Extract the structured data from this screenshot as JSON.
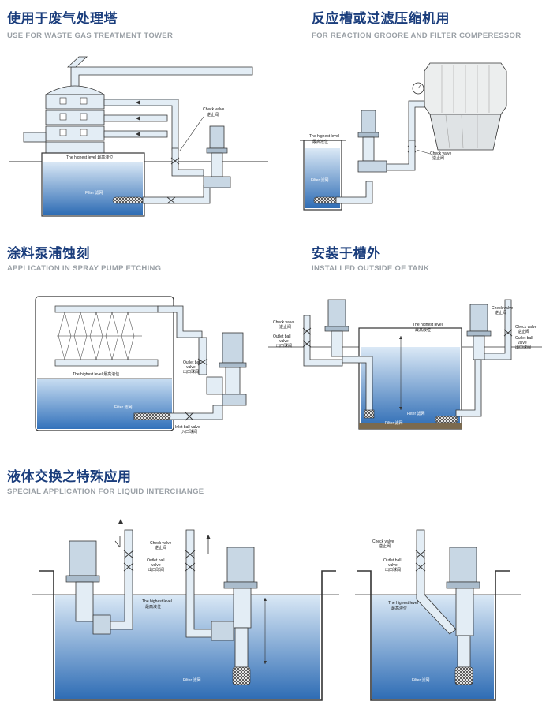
{
  "sections": [
    {
      "title": "使用于废气处理塔",
      "subtitle": "USE FOR WASTE GAS TREATMENT TOWER"
    },
    {
      "title": "反应槽或过滤压缩机用",
      "subtitle": "FOR REACTION GROORE AND FILTER COMPERESSOR"
    },
    {
      "title": "涂料泵浦蚀刻",
      "subtitle": "APPLICATION IN SPRAY PUMP ETCHING"
    },
    {
      "title": "安装于槽外",
      "subtitle": "INSTALLED OUTSIDE OF TANK"
    },
    {
      "title": "液体交换之特殊应用",
      "subtitle": "SPECIAL APPLICATION FOR LIQUID INTERCHANGE"
    }
  ],
  "labels": {
    "check_valve_en": "Check valve",
    "check_valve_cn": "逆止阀",
    "highest_level_en": "The highest level",
    "highest_level_cn": "最高液位",
    "filter_en": "Filter",
    "filter_cn": "滤网",
    "outlet_ball_en": "Outlet ball",
    "outlet_ball_valve_en": "valve",
    "outlet_ball_cn": "出口球阀",
    "inlet_ball_en": "Inlet ball valve",
    "inlet_ball_cn": "入口球阀"
  },
  "colors": {
    "title": "#1a3d7c",
    "subtitle": "#9aa0a6",
    "water_top": "#dbe9f6",
    "water_bottom": "#2f6db5",
    "pipe": "#e3edf5"
  }
}
